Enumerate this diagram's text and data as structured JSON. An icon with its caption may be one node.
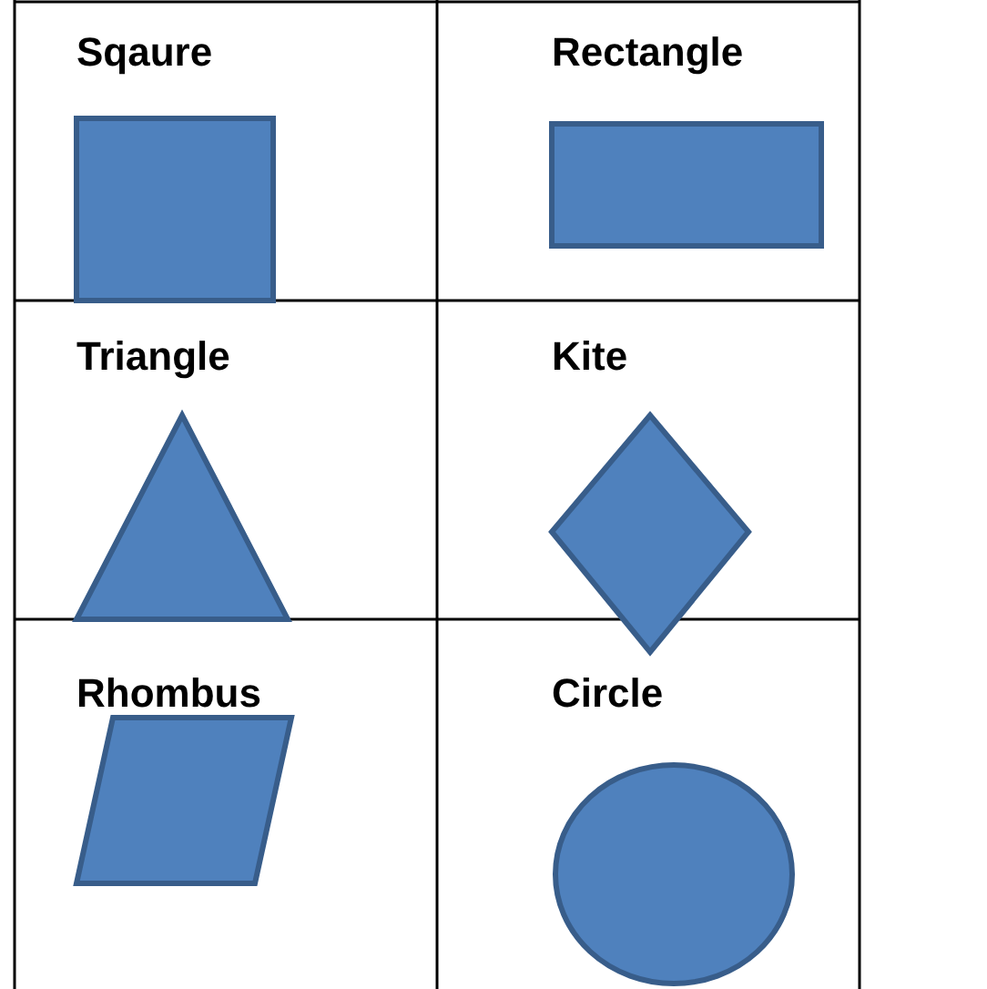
{
  "diagram": {
    "nodes": [
      {
        "text": [],
        "shape": "square"
      },
      {
        "text": [],
        "shape": "rectangle"
      },
      {
        "text": [],
        "shape": "triangle"
      },
      {
        "text": [],
        "shape": "kite"
      },
      {
        "text": [],
        "shape": "rhombus"
      },
      {
        "text": [],
        "shape": "circle"
      }
    ],
    "labels": [
      "Sqaure",
      "Rectangle",
      "Triangle",
      "Kite",
      "Rhombus",
      "Circle"
    ]
  }
}
